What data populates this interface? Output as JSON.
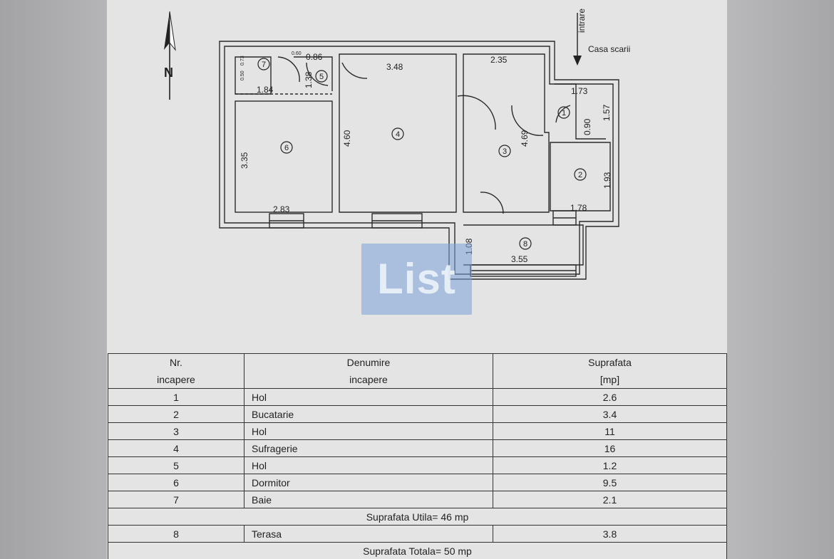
{
  "compass": {
    "label": "N"
  },
  "entrance": {
    "label": "intrare",
    "sublabel": "Casa scarii"
  },
  "dimensions": {
    "d086": "0.86",
    "d348": "3.48",
    "d235": "2.35",
    "d138": "1.38",
    "d184": "1.84",
    "d073": "0.73",
    "d050": "0.50",
    "d060": "0.60",
    "d173": "1.73",
    "d090": "0.90",
    "d157": "1.57",
    "d460": "4.60",
    "d335": "3.35",
    "d469": "4.69",
    "d193": "1.93",
    "d283": "2.83",
    "d178": "1.78",
    "d108": "1.08",
    "d355": "3.55"
  },
  "room_markers": [
    "1",
    "2",
    "3",
    "4",
    "5",
    "6",
    "7",
    "8"
  ],
  "watermark": {
    "text": "List"
  },
  "table": {
    "headers": {
      "nr": [
        "Nr.",
        "incapere"
      ],
      "name": [
        "Denumire",
        "incapere"
      ],
      "area": [
        "Suprafata",
        "[mp]"
      ]
    },
    "rows": [
      {
        "nr": "1",
        "name": "Hol",
        "area": "2.6"
      },
      {
        "nr": "2",
        "name": "Bucatarie",
        "area": "3.4"
      },
      {
        "nr": "3",
        "name": "Hol",
        "area": "11"
      },
      {
        "nr": "4",
        "name": "Sufragerie",
        "area": "16"
      },
      {
        "nr": "5",
        "name": "Hol",
        "area": "1.2"
      },
      {
        "nr": "6",
        "name": "Dormitor",
        "area": "9.5"
      },
      {
        "nr": "7",
        "name": "Baie",
        "area": "2.1"
      }
    ],
    "useful_total": "Suprafata Utila= 46 mp",
    "terrace": {
      "nr": "8",
      "name": "Terasa",
      "area": "3.8"
    },
    "grand_total": "Suprafata Totala= 50 mp"
  }
}
